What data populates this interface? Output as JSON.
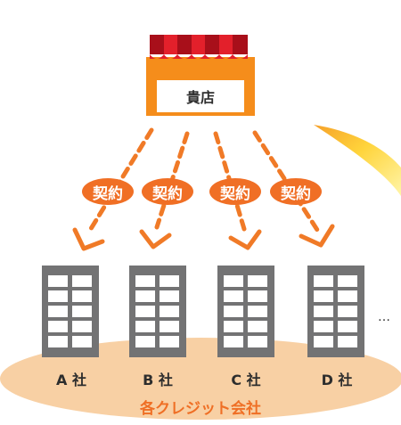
{
  "colors": {
    "awning_dark": "#a80f1a",
    "awning_light": "#e3202b",
    "shop_orange": "#f58d1b",
    "arrow_orange": "#f07a27",
    "badge_orange": "#f06f25",
    "building_gray": "#737374",
    "ellipse_fill": "#f8d0a4",
    "footer_text": "#ef6f25"
  },
  "shop": {
    "label": "貴店",
    "icon": "storefront-icon"
  },
  "contracts": {
    "labels": [
      "契約",
      "契約",
      "契約",
      "契約"
    ]
  },
  "companies": {
    "labels": [
      "A 社",
      "B 社",
      "C 社",
      "D 社"
    ],
    "more_label": "…",
    "group_label": "各クレジット会社",
    "icon": "building-icon"
  }
}
